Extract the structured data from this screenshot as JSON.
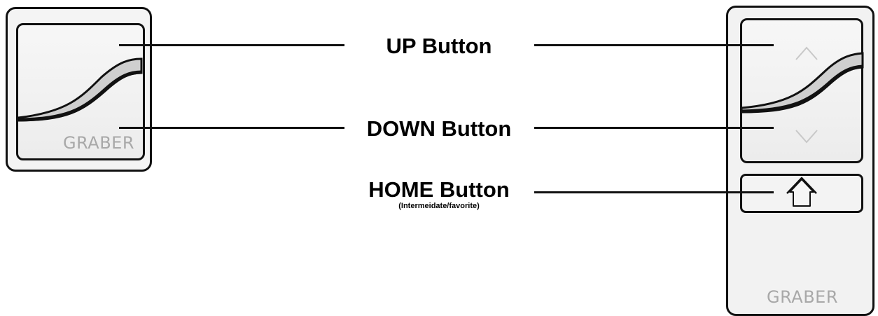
{
  "labels": {
    "up": "UP Button",
    "down": "DOWN Button",
    "home": "HOME Button",
    "home_sub": "(Intermeidate/favorite)"
  },
  "small_remote": {
    "brand": "GRABER"
  },
  "large_remote": {
    "brand": "GRABER"
  },
  "icons": {
    "up": "chevron-up-icon",
    "down": "chevron-down-icon",
    "home": "home-icon"
  }
}
